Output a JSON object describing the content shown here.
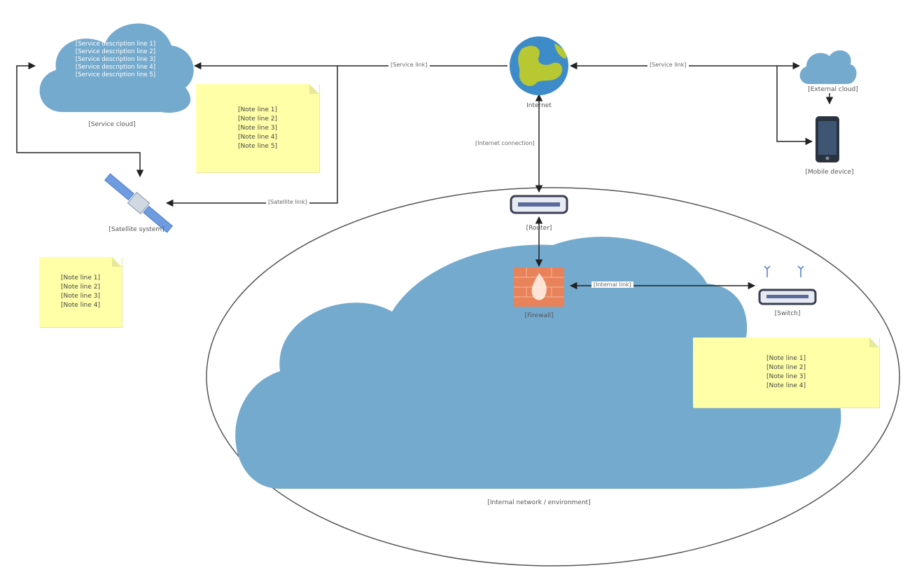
{
  "nodes": {
    "cloud_service_text": [
      "[Service description line 1]",
      "[Service description line 2]",
      "[Service description line 3]",
      "[Service description line 4]",
      "[Service description line 5]"
    ],
    "cloud_service_label": "[Service cloud]",
    "satellite_label": "[Satellite system]",
    "internet_label": "Internet",
    "small_cloud_label": "[External cloud]",
    "phone_label": "[Mobile device]",
    "router_label": "[Router]",
    "firewall_label": "[Firewall]",
    "switch_label": "[Switch]",
    "main_cloud_label": "[Internal network / environment]"
  },
  "edges": {
    "internet_to_cloud": "[Service link]",
    "internet_to_right": "[Service link]",
    "internet_to_router": "[Internet connection]",
    "vertical_to_satellite": "[Satellite link]",
    "firewall_to_switch": "[Internal link]"
  },
  "notes": {
    "note1": [
      "[Note line 1]",
      "[Note line 2]",
      "[Note line 3]",
      "[Note line 4]",
      "[Note line 5]"
    ],
    "note2": [
      "[Note line 1]",
      "[Note line 2]",
      "[Note line 3]",
      "[Note line 4]"
    ],
    "note3": [
      "[Note line 1]",
      "[Note line 2]",
      "[Note line 3]",
      "[Note line 4]"
    ]
  },
  "colors": {
    "cloud": "#74aacd",
    "note": "#ffffa8",
    "firewall": "#e8825a",
    "globe_ocean": "#3d8bc9",
    "globe_land": "#b8c832"
  }
}
